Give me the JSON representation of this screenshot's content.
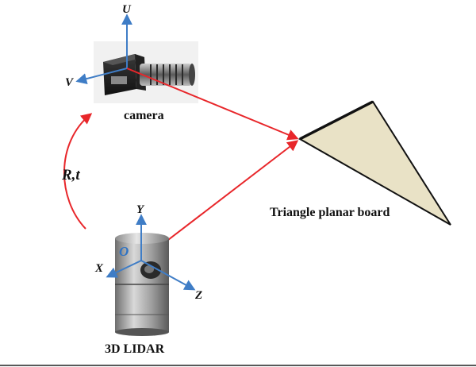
{
  "camera_axes": {
    "u": "U",
    "v": "V"
  },
  "camera_caption": "camera",
  "transform_label": "R,t",
  "board_caption": "Triangle planar board",
  "lidar_axes": {
    "x": "X",
    "y": "Y",
    "z": "Z"
  },
  "lidar_origin": "O",
  "lidar_caption": "3D LIDAR",
  "colors": {
    "axis_blue": "#3f7dc6",
    "ray_red": "#e8262a",
    "board_fill": "#e9e2c6",
    "board_edge": "#111111"
  }
}
